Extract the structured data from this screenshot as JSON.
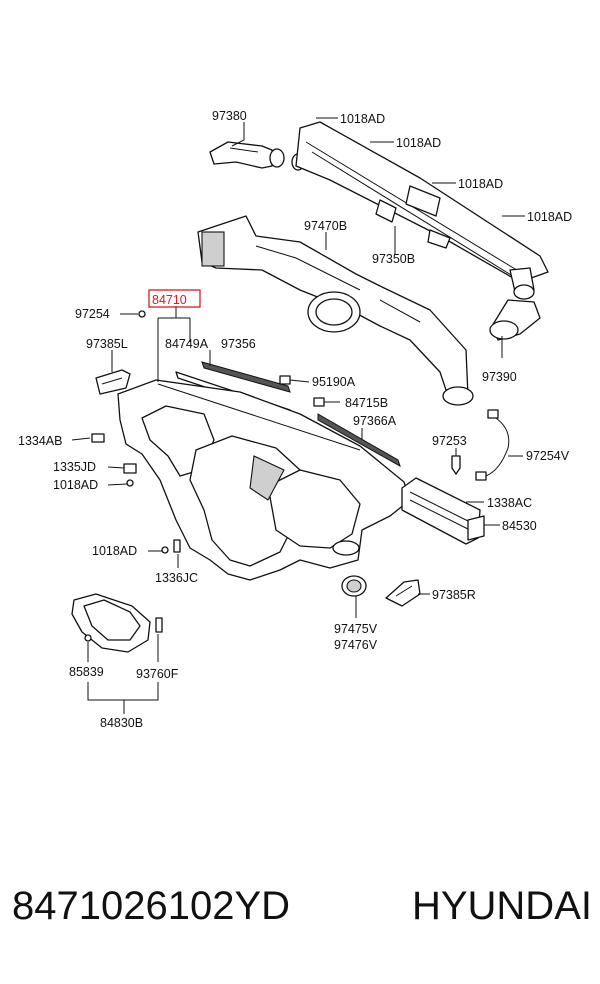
{
  "highlight_color": "#d21f1f",
  "labels": {
    "p97380": "97380",
    "p1018AD_a": "1018AD",
    "p1018AD_b": "1018AD",
    "p1018AD_c": "1018AD",
    "p1018AD_d": "1018AD",
    "p97470B": "97470B",
    "p97350B": "97350B",
    "p84710": "84710",
    "p97254": "97254",
    "p97385L": "97385L",
    "p84749A": "84749A",
    "p97356": "97356",
    "p95190A": "95190A",
    "p84715B": "84715B",
    "p97366A": "97366A",
    "p97390": "97390",
    "p1334AB": "1334AB",
    "p97253": "97253",
    "p97254V": "97254V",
    "p1335JD": "1335JD",
    "p1018AD_e": "1018AD",
    "p1338AC": "1338AC",
    "p84530": "84530",
    "p1018AD_f": "1018AD",
    "p1336JC": "1336JC",
    "p97385R": "97385R",
    "p97475V": "97475V",
    "p97476V": "97476V",
    "p85839": "85839",
    "p93760F": "93760F",
    "p84830B": "84830B"
  },
  "footer": {
    "part_number": "8471026102YD",
    "brand": "HYUNDAI"
  }
}
